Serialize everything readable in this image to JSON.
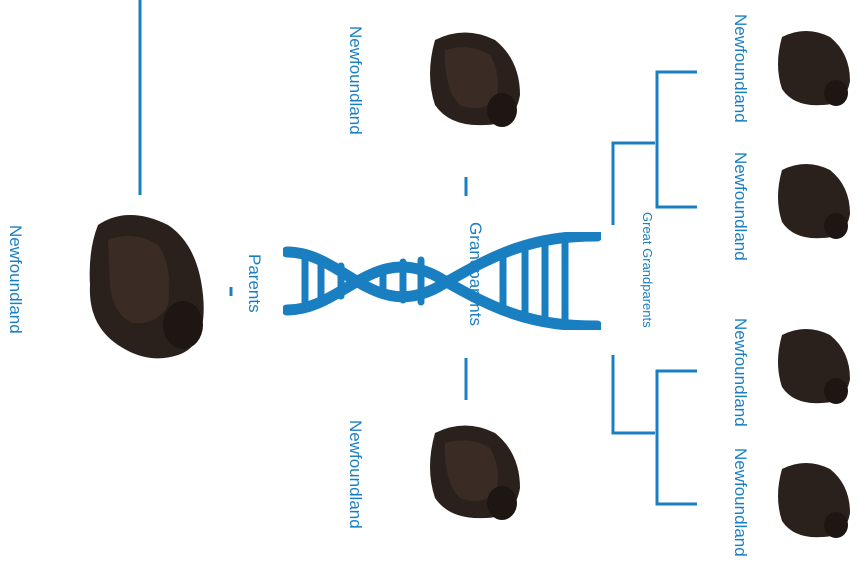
{
  "colors": {
    "accent": "#1a7fc1",
    "dog_fur": "#2b211c"
  },
  "tree": {
    "subject": {
      "label": "Newfoundland"
    },
    "parents_caption": "Parents",
    "grandparents_caption": "Grandparents",
    "great_grandparents_caption": "Great Grandparents",
    "grandparents": [
      {
        "label": "Newfoundland"
      },
      {
        "label": "Newfoundland"
      }
    ],
    "great_grandparents": [
      {
        "label": "Newfoundland"
      },
      {
        "label": "Newfoundland"
      },
      {
        "label": "Newfoundland"
      },
      {
        "label": "Newfoundland"
      }
    ]
  },
  "icons": {
    "dna": "dna-helix-icon",
    "dog": "dog-photo"
  }
}
